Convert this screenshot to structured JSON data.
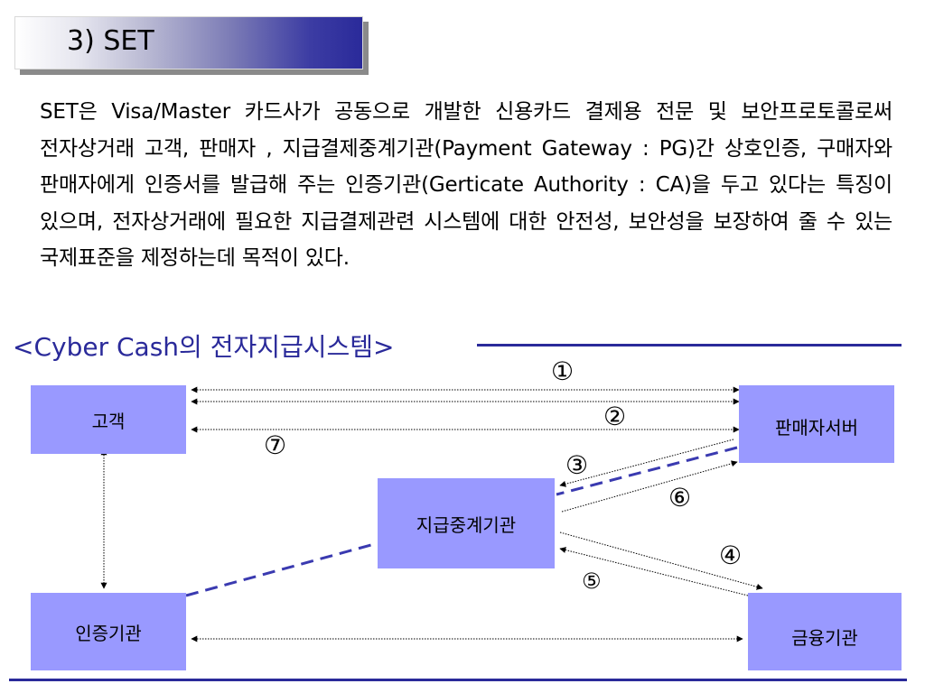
{
  "header": {
    "title": "3) SET"
  },
  "body": {
    "paragraph": "SET은 Visa/Master 카드사가 공동으로 개발한 신용카드 결제용 전문 및 보안프로토콜로써 전자상거래 고객, 판매자 , 지급결제중계기관(Payment Gateway : PG)간 상호인증, 구매자와 판매자에게 인증서를 발급해 주는 인증기관(Gerticate Authority : CA)을 두고 있다는 특징이 있으며, 전자상거래에 필요한 지급결제관련 시스템에 대한 안전성, 보안성을 보장하여 줄 수 있는 국제표준을 제정하는데 목적이 있다."
  },
  "diagram": {
    "title": "<Cyber Cash의 전자지급시스템>",
    "nodes": {
      "customer": "고객",
      "merchant_server": "판매자서버",
      "payment_gateway": "지급중계기관",
      "certificate_authority": "인증기관",
      "bank": "금융기관"
    },
    "steps": {
      "s1": "①",
      "s2": "②",
      "s3": "③",
      "s4": "④",
      "s5": "⑤",
      "s6": "⑥",
      "s7": "⑦"
    },
    "colors": {
      "accent": "#2a2a9a",
      "node_fill": "#9999ff",
      "dashed_link": "#3a3ab0"
    }
  }
}
